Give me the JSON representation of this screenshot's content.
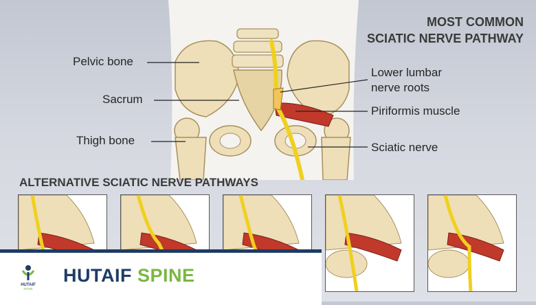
{
  "heading": {
    "line1": "MOST COMMON",
    "line2": "SCIATIC NERVE PATHWAY"
  },
  "labels": {
    "pelvic_bone": "Pelvic bone",
    "sacrum": "Sacrum",
    "thigh_bone": "Thigh bone",
    "lower_lumbar_1": "Lower lumbar",
    "lower_lumbar_2": "nerve roots",
    "piriformis": "Piriformis muscle",
    "sciatic": "Sciatic nerve"
  },
  "alternatives": {
    "title": "ALTERNATIVE SCIATIC NERVE PATHWAYS"
  },
  "brand": {
    "logo_text": "HUTAIF",
    "logo_sub": "SPINE",
    "name_part1": "HUTAIF",
    "name_part2": "SPINE"
  },
  "colors": {
    "navy": "#1e3c64",
    "green": "#7ab742",
    "bone": "#eedfb8",
    "muscle": "#c0392b",
    "nerve": "#f0d020"
  }
}
